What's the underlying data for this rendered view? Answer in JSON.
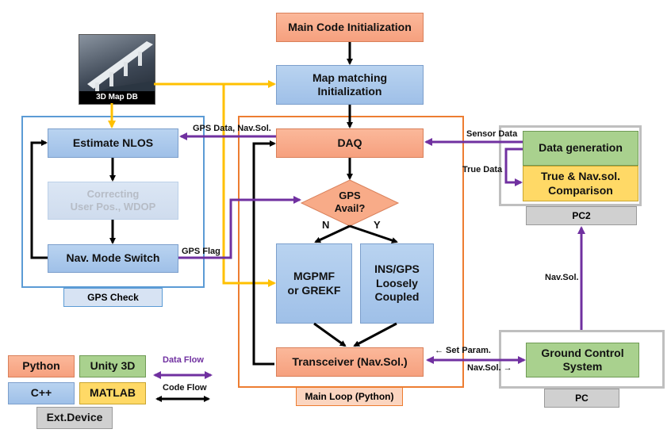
{
  "nodes": {
    "main_init": "Main Code Initialization",
    "map_db": "3D Map DB",
    "map_init": "Map matching\nInitialization",
    "estimate_nlos": "Estimate NLOS",
    "correcting": "Correcting\nUser Pos., WDOP",
    "nav_switch": "Nav. Mode Switch",
    "daq": "DAQ",
    "gps_avail": "GPS\nAvail?",
    "mgpmf": "MGPMF\nor GREKF",
    "ins_gps": "INS/GPS\nLoosely\nCoupled",
    "transceiver": "Transceiver (Nav.Sol.)",
    "data_gen": "Data generation",
    "comparison": "True & Nav.sol.\nComparison",
    "ground_control": "Ground Control\nSystem"
  },
  "groups": {
    "gps_check": "GPS Check",
    "main_loop": "Main Loop (Python)",
    "pc2": "PC2",
    "pc": "PC"
  },
  "edge_labels": {
    "gps_data": "GPS Data, Nav.Sol.",
    "sensor_data": "Sensor Data",
    "true_data": "True Data",
    "gps_flag": "GPS Flag",
    "n": "N",
    "y": "Y",
    "set_param": "← Set Param.",
    "nav_sol_right": "Nav.Sol. →",
    "nav_sol_up": "Nav.Sol."
  },
  "legend": {
    "python": "Python",
    "unity": "Unity 3D",
    "cpp": "C++",
    "matlab": "MATLAB",
    "ext": "Ext.Device",
    "data_flow": "Data Flow",
    "code_flow": "Code Flow"
  },
  "colors": {
    "python": "#f6a07e",
    "cpp": "#9fc0e8",
    "unity": "#a9d18e",
    "matlab": "#ffd966",
    "ext_device": "#d0d0d0",
    "data_flow": "#7030a0",
    "code_flow": "#000000",
    "map_flow": "#ffc000",
    "gps_check_border": "#5b9bd5",
    "main_loop_border": "#ed7d31",
    "pc_border": "#bfbfbf"
  }
}
